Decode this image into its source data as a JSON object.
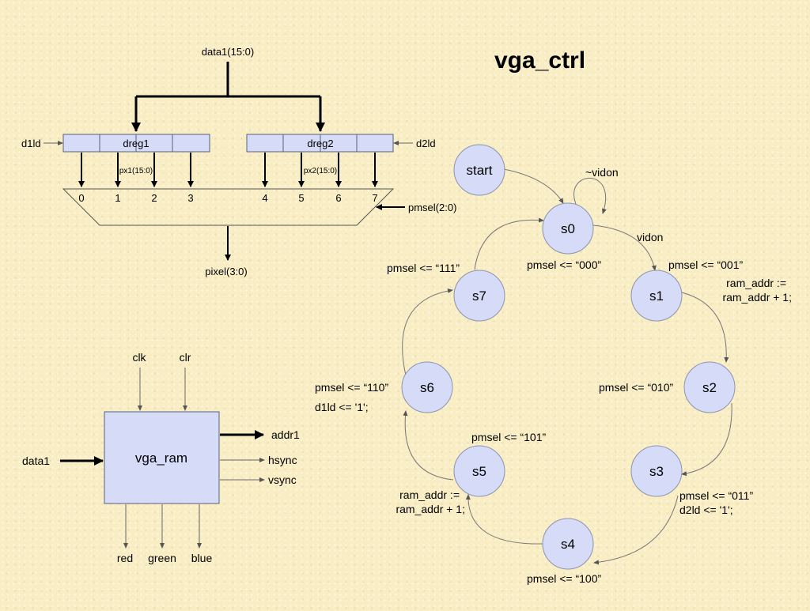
{
  "title": "vga_ctrl",
  "mux_diagram": {
    "data_in": "data1(15:0)",
    "reg1": "dreg1",
    "reg2": "dreg2",
    "load1": "d1ld",
    "load2": "d2ld",
    "bus1": "px1(15:0)",
    "bus2": "px2(15:0)",
    "mux_inputs": [
      "0",
      "1",
      "2",
      "3",
      "4",
      "5",
      "6",
      "7"
    ],
    "select": "pmsel(2:0)",
    "output": "pixel(3:0)"
  },
  "ram_block": {
    "name": "vga_ram",
    "inputs_top": [
      "clk",
      "clr"
    ],
    "input_left": "data1",
    "outputs_right": [
      "addr1",
      "hsync",
      "vsync"
    ],
    "outputs_bottom": [
      "red",
      "green",
      "blue"
    ]
  },
  "state_machine": {
    "states": [
      "start",
      "s0",
      "s1",
      "s2",
      "s3",
      "s4",
      "s5",
      "s6",
      "s7"
    ],
    "labels": {
      "s0_self": "~vidon",
      "s0_s1": "vidon",
      "s0_out": "pmsel <= “000”",
      "s1_out1": "pmsel <= “001”",
      "s1_out2": "ram_addr :=",
      "s1_out3": "ram_addr + 1;",
      "s2_out": "pmsel <= “010”",
      "s3_out1": "pmsel <= “011”",
      "s3_out2": "d2ld <= '1';",
      "s4_out": "pmsel <= “100”",
      "s5_out1": "pmsel <= “101”",
      "s5_out2": "ram_addr :=",
      "s5_out3": "ram_addr + 1;",
      "s6_out1": "pmsel <= “110”",
      "s6_out2": "d1ld <= '1';",
      "s7_out": "pmsel <= “111”"
    }
  }
}
